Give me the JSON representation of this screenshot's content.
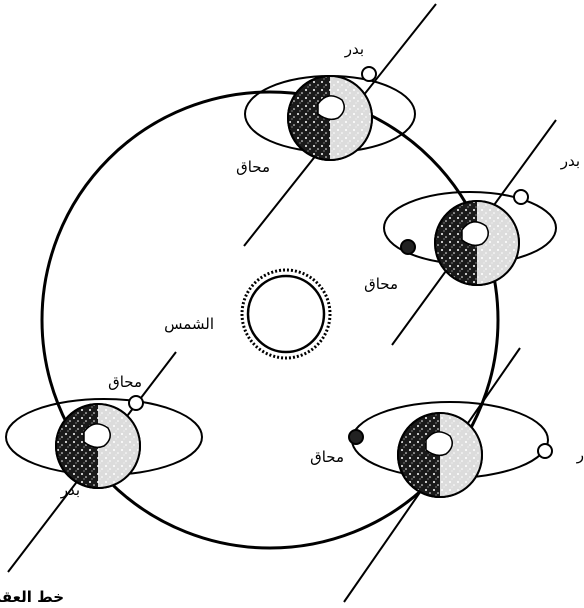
{
  "labels": {
    "sun": "الشمس",
    "full_moon": "بدر",
    "new_moon": "محاق",
    "nodes_line": "خط العقد"
  },
  "colors": {
    "ink": "#000000",
    "paper": "#ffffff",
    "earth_fill": "#2a2a2a"
  },
  "icons": {
    "sun": "sun-icon",
    "earth": "earth-icon",
    "moon_full": "full-moon-icon",
    "moon_new": "new-moon-icon"
  }
}
